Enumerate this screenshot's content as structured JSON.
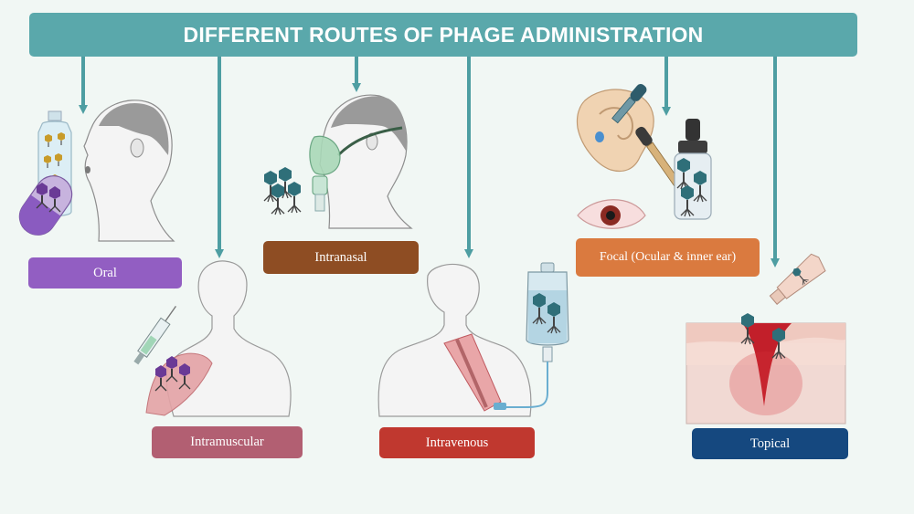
{
  "title": "DIFFERENT ROUTES OF PHAGE ADMINISTRATION",
  "routes": {
    "oral": "Oral",
    "intranasal": "Intranasal",
    "focal": "Focal (Ocular & inner ear)",
    "intramuscular": "Intramuscular",
    "intravenous": "Intravenous",
    "topical": "Topical"
  },
  "colors": {
    "title_bar": "#5aa8ab",
    "arrow": "#4e9ea2",
    "oral": "#925ec2",
    "intranasal": "#8e4d23",
    "focal": "#da7a3f",
    "intramuscular": "#b25f72",
    "intravenous": "#c0382f",
    "topical": "#15487f"
  },
  "icons": [
    "water-bottle-icon",
    "capsule-icon",
    "oxygen-mask-icon",
    "syringe-icon",
    "iv-bag-icon",
    "ear-icon",
    "eye-icon",
    "dropper-icon",
    "dropper-bottle-icon",
    "ointment-tube-icon",
    "bacteriophage-icon",
    "skin-wound-icon"
  ]
}
